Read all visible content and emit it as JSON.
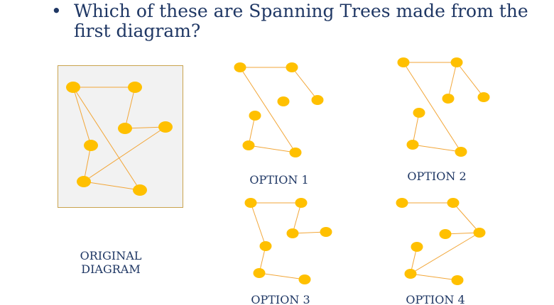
{
  "question": {
    "bullet": "•",
    "text": "Which of these are Spanning Trees made from the first diagram?"
  },
  "captions": {
    "original": "ORIGINAL DIAGRAM",
    "option_1": "OPTION 1",
    "option_2": "OPTION 2",
    "option_3": "OPTION 3",
    "option_4": "OPTION 4"
  },
  "colors": {
    "title_text": "#1f3764",
    "node_fill": "#ffc000",
    "edge_stroke": "#f2a638",
    "frame_fill": "#f2f2f2",
    "frame_border": "#c9a34e"
  },
  "graphs": {
    "original": {
      "nodes": [
        "a",
        "b",
        "c",
        "d",
        "e",
        "f",
        "g"
      ],
      "edges": [
        [
          "a",
          "b"
        ],
        [
          "b",
          "c"
        ],
        [
          "c",
          "d"
        ],
        [
          "d",
          "f"
        ],
        [
          "a",
          "e"
        ],
        [
          "e",
          "f"
        ],
        [
          "a",
          "g"
        ],
        [
          "f",
          "g"
        ]
      ]
    },
    "option_1": {
      "nodes": [
        "a",
        "b",
        "c",
        "d",
        "e",
        "f",
        "g"
      ],
      "edges": [
        [
          "a",
          "b"
        ],
        [
          "b",
          "d"
        ],
        [
          "a",
          "g"
        ],
        [
          "e",
          "f"
        ],
        [
          "f",
          "g"
        ]
      ]
    },
    "option_2": {
      "nodes": [
        "a",
        "b",
        "c",
        "d",
        "e",
        "f",
        "g"
      ],
      "edges": [
        [
          "a",
          "b"
        ],
        [
          "b",
          "c"
        ],
        [
          "b",
          "d"
        ],
        [
          "a",
          "g"
        ],
        [
          "e",
          "f"
        ],
        [
          "f",
          "g"
        ]
      ]
    },
    "option_3": {
      "nodes": [
        "a",
        "b",
        "c",
        "d",
        "e",
        "f",
        "g"
      ],
      "edges": [
        [
          "a",
          "b"
        ],
        [
          "b",
          "c"
        ],
        [
          "c",
          "d"
        ],
        [
          "a",
          "e"
        ],
        [
          "e",
          "f"
        ],
        [
          "f",
          "g"
        ]
      ]
    },
    "option_4": {
      "nodes": [
        "a",
        "b",
        "c",
        "d",
        "e",
        "f",
        "g"
      ],
      "edges": [
        [
          "a",
          "b"
        ],
        [
          "b",
          "d"
        ],
        [
          "c",
          "d"
        ],
        [
          "d",
          "f"
        ],
        [
          "e",
          "f"
        ],
        [
          "f",
          "g"
        ]
      ]
    }
  }
}
